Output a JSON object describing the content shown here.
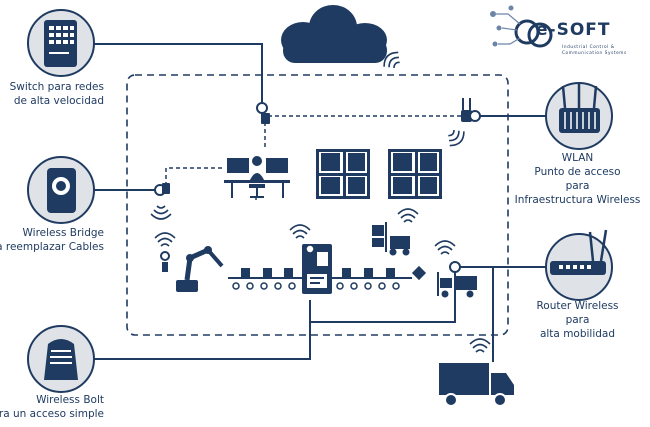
{
  "logo": {
    "name": "e-SOFT",
    "tagline_1": "Industrial Control &",
    "tagline_2": "Communication Systems"
  },
  "devices": {
    "switch": {
      "line1": "Switch para redes",
      "line2": "de alta velocidad",
      "icon": "switch-icon"
    },
    "bridge": {
      "line1": "Wireless Bridge",
      "line2": "para reemplazar Cables",
      "icon": "wireless-bridge-icon"
    },
    "bolt": {
      "line1": "Wireless Bolt",
      "line2": "para un acceso simple",
      "icon": "wireless-bolt-icon"
    },
    "wlan": {
      "line1": "WLAN",
      "line2": "Punto de acceso",
      "line3": "para",
      "line4": "Infraestructura Wireless",
      "icon": "access-point-icon"
    },
    "router": {
      "line1": "Router Wireless",
      "line2": "para",
      "line3": "alta mobilidad",
      "icon": "router-icon"
    }
  },
  "colors": {
    "navy": "#1f3b61",
    "circle": "#dfe3e8"
  }
}
